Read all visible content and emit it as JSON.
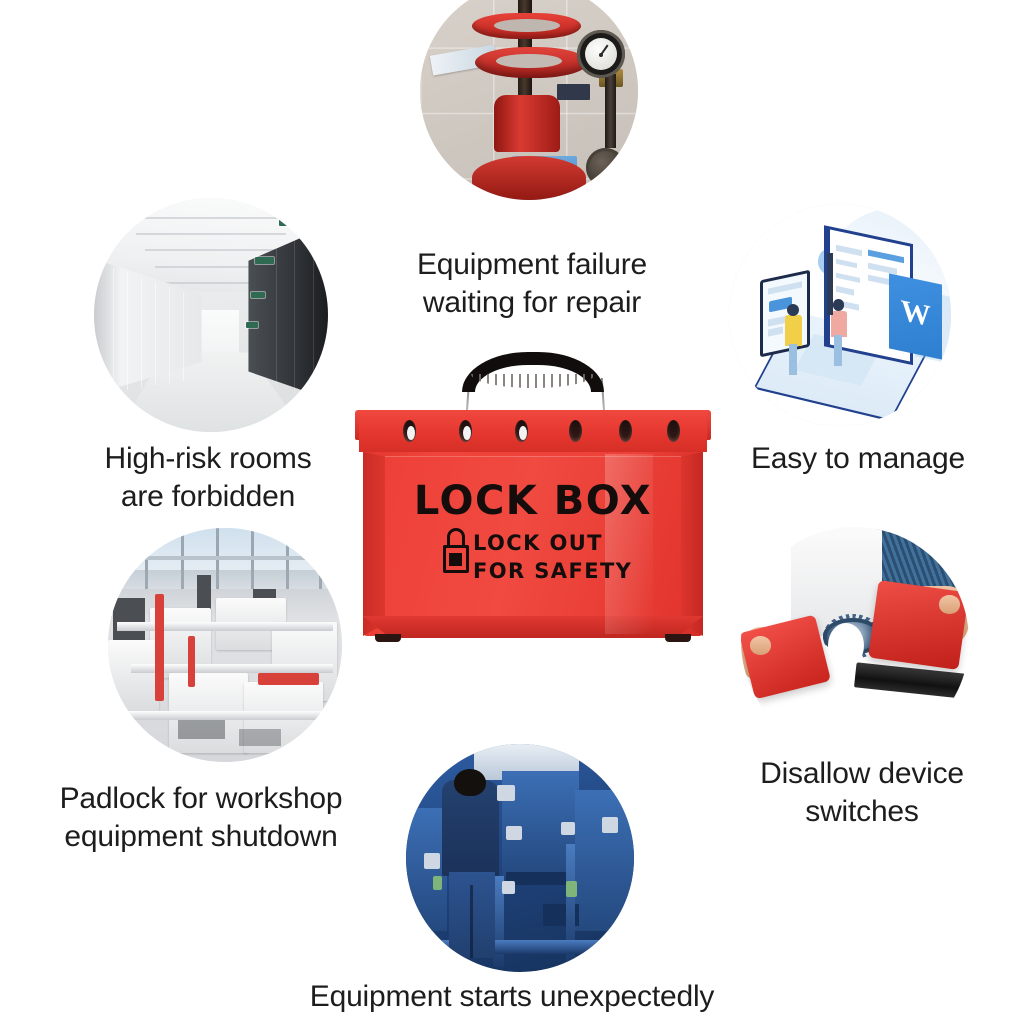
{
  "page": {
    "title": "Lock Box lockout-tagout product infographic",
    "background_color": "#ffffff"
  },
  "product": {
    "name": "LOCK BOX",
    "title_text": "LOCK BOX",
    "subtitle_text": "LOCK OUT\nFOR SAFETY",
    "body_color": "#e8352e",
    "handle_color": "#100d0c",
    "text_color": "#140d0c",
    "padlock_hole_count": 6,
    "padlock_icon_name": "padlock-icon"
  },
  "features": [
    {
      "id": "equipment-failure",
      "caption": "Equipment failure\nwaiting for repair",
      "photo_name": "photo-fire-valve-gauge",
      "photo_alt": "Red fire protection valve with pressure gauge mounted on tiled wall",
      "position": "top-center"
    },
    {
      "id": "high-risk-rooms",
      "caption": "High-risk rooms\nare forbidden",
      "photo_name": "photo-switchgear-room",
      "photo_alt": "Corridor of white and black electrical switchgear cabinets",
      "position": "left-upper"
    },
    {
      "id": "padlock-workshop",
      "caption": "Padlock for workshop\nequipment shutdown",
      "photo_name": "photo-factory-machinery",
      "photo_alt": "Workshop floor with white production machinery",
      "position": "left-lower"
    },
    {
      "id": "easy-to-manage",
      "caption": "Easy to manage",
      "photo_name": "photo-management-illustration",
      "photo_alt": "Isometric illustration of people managing documents on screens",
      "position": "right-upper"
    },
    {
      "id": "disallow-switches",
      "caption": "Disallow device\nswitches",
      "photo_name": "photo-valve-lockout-install",
      "photo_alt": "Hands fitting a red gate valve lockout device onto a brass valve",
      "position": "right-lower"
    },
    {
      "id": "unexpected-start",
      "caption": "Equipment starts unexpectedly",
      "photo_name": "photo-worker-blue-machine",
      "photo_alt": "Worker in blue uniform standing at blue industrial machinery",
      "position": "bottom-center"
    }
  ],
  "illustration": {
    "document_letter": "W"
  }
}
